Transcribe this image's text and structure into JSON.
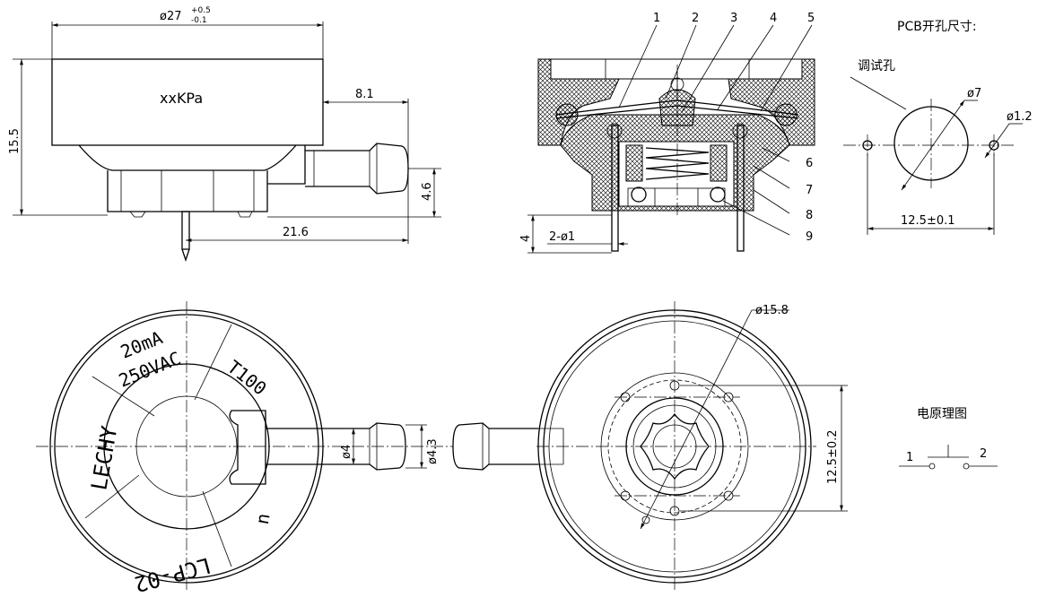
{
  "side_view": {
    "dia_base": "ø27",
    "tol_upper": "+0.5",
    "tol_lower": "-0.1",
    "height": "15.5",
    "label": "xxKPa",
    "nozzle_len": "8.1",
    "nozzle_height": "4.6",
    "pin_dist": "21.6"
  },
  "section_view": {
    "callouts": [
      "1",
      "2",
      "3",
      "4",
      "5",
      "6",
      "7",
      "8",
      "9"
    ],
    "pin_len": "4",
    "pin_dia": "2-ø1"
  },
  "pcb": {
    "title": "PCB开孔尺寸:",
    "adjust_hole": "调试孔",
    "big_hole": "ø7",
    "small_hole": "ø1.2",
    "spacing": "12.5±0.1"
  },
  "top_view": {
    "rating_current": "20mA",
    "rating_voltage": "250VAC",
    "temp": "T100",
    "brand": "LECHY",
    "model": "LCP-02",
    "mark": "u",
    "nozzle_outer": "ø4",
    "nozzle_inner": "ø4.3"
  },
  "bottom_view": {
    "dia": "ø15.8",
    "spacing": "12.5±0.2"
  },
  "schematic": {
    "title": "电原理图",
    "pin1": "1",
    "pin2": "2"
  }
}
